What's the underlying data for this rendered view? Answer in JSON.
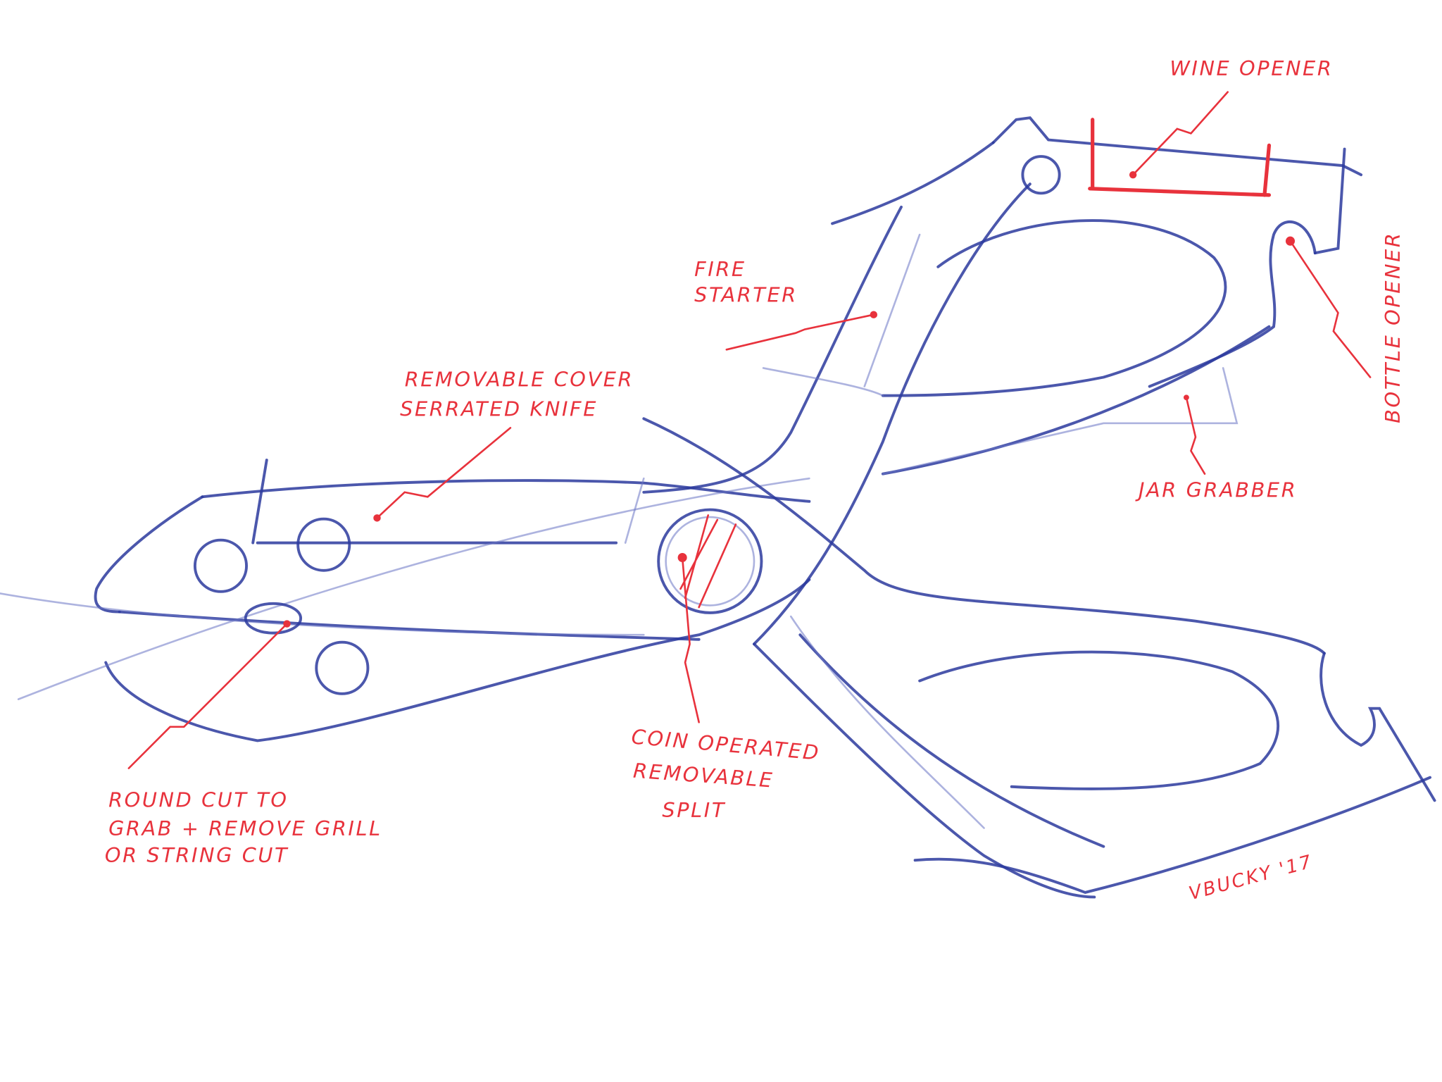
{
  "annotations": {
    "wine_opener": "WINE OPENER",
    "bottle_opener": "BOTTLE OPENER",
    "fire_starter": [
      "FIRE",
      "STARTER"
    ],
    "removable_cover": [
      "REMOVABLE COVER",
      "SERRATED KNIFE"
    ],
    "jar_grabber": "JAR GRABBER",
    "coin_operated": [
      "COIN OPERATED",
      "REMOVABLE",
      "SPLIT"
    ],
    "round_cut": [
      "ROUND CUT TO",
      "GRAB + REMOVE GRILL",
      "OR STRING CUT"
    ]
  },
  "signature": "VBUCKY '17",
  "colors": {
    "sketch": "#2b3a9e",
    "annotation": "#e8323c",
    "background": "#ffffff"
  }
}
